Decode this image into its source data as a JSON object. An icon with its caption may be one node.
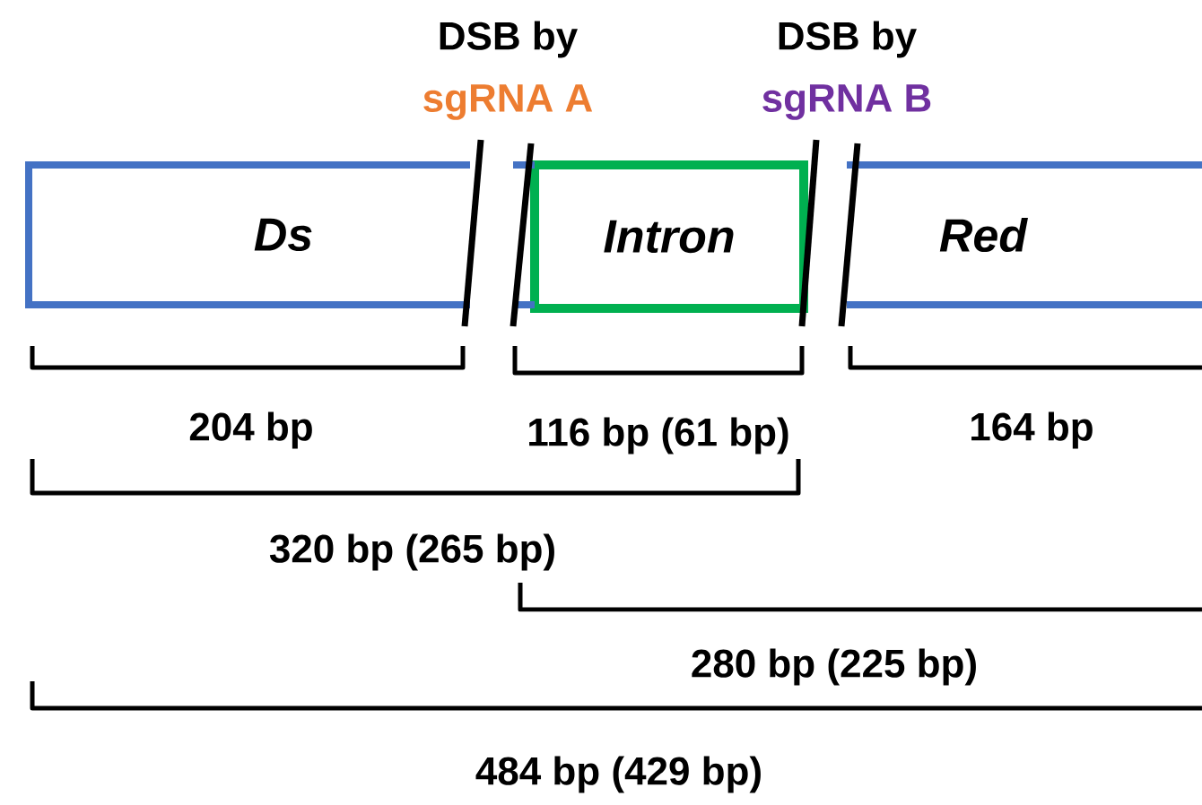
{
  "diagram": {
    "nodes": [
      {
        "text": [
          "Ds"
        ]
      },
      {
        "text": [
          "Intron"
        ]
      },
      {
        "text": [
          "Red"
        ]
      }
    ],
    "labels": [
      "DSB by",
      "sgRNA A",
      "DSB by",
      "sgRNA B",
      "204 bp",
      "116 bp (61 bp)",
      "164 bp",
      "320 bp (265 bp)",
      "280 bp (225 bp)",
      "484 bp (429 bp)"
    ]
  }
}
